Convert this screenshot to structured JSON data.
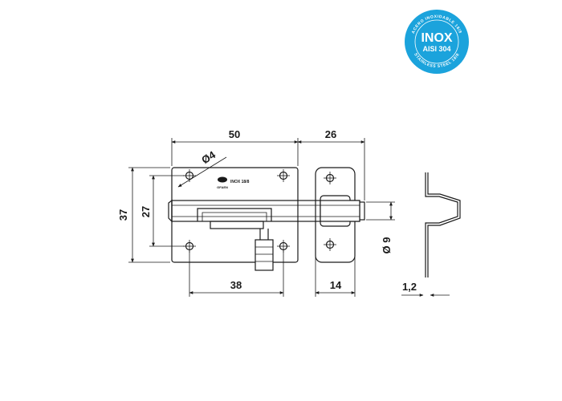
{
  "badge": {
    "brand": "INOX",
    "grade": "AISI 304",
    "ring_top": "ACERO INOXIDABLE 18/8",
    "ring_bottom": "STAINLESS STEEL 18/8",
    "color": "#1ba3dc"
  },
  "drawing": {
    "plate_marking": "INOX 18/8",
    "logo_text": "GFAEN",
    "dimensions": {
      "plate_width": "50",
      "keeper_width": "26",
      "hole_diameter": "Ø4",
      "plate_height": "37",
      "hole_spacing_vertical": "27",
      "hole_spacing_horizontal": "38",
      "keeper_hole_spacing": "14",
      "bolt_diameter": "Ø 9",
      "thickness": "1,2"
    }
  }
}
